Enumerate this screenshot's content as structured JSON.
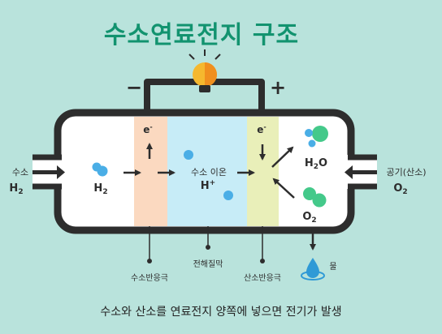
{
  "title": "수소연료전지 구조",
  "caption": "수소와 산소를 연료전지 양쪽에 넣으면 전기가 발생",
  "terminals": {
    "minus": "−",
    "plus": "+"
  },
  "electron": "e",
  "electron_sup": "-",
  "inputs": {
    "left_name": "수소",
    "left_formula": "H",
    "left_formula_sub": "2",
    "right_name": "공기(산소)",
    "right_formula": "O",
    "right_formula_sub": "2"
  },
  "inside": {
    "h2": "H",
    "h2_sub": "2",
    "ion_name": "수소 이온",
    "ion": "H",
    "ion_sup": "+",
    "h2o_a": "H",
    "h2o_sub": "2",
    "h2o_b": "O",
    "o2": "O",
    "o2_sub": "2"
  },
  "labels": {
    "anode": "수소반응극",
    "electrolyte": "전해질막",
    "cathode": "산소반응극",
    "water": "물"
  },
  "colors": {
    "background": "#b9e3dc",
    "title": "#12936f",
    "frame": "#2d2d2d",
    "anode": "#fbd9c0",
    "electrolyte": "#c7ecf7",
    "cathode": "#e9efb9",
    "hydrogen_dot": "#4aaee6",
    "oxygen_dot": "#44c98a",
    "bulb": "#f5b82e",
    "water": "#2f9ad6"
  },
  "icons": [
    "light-bulb-icon",
    "water-drop-icon"
  ]
}
